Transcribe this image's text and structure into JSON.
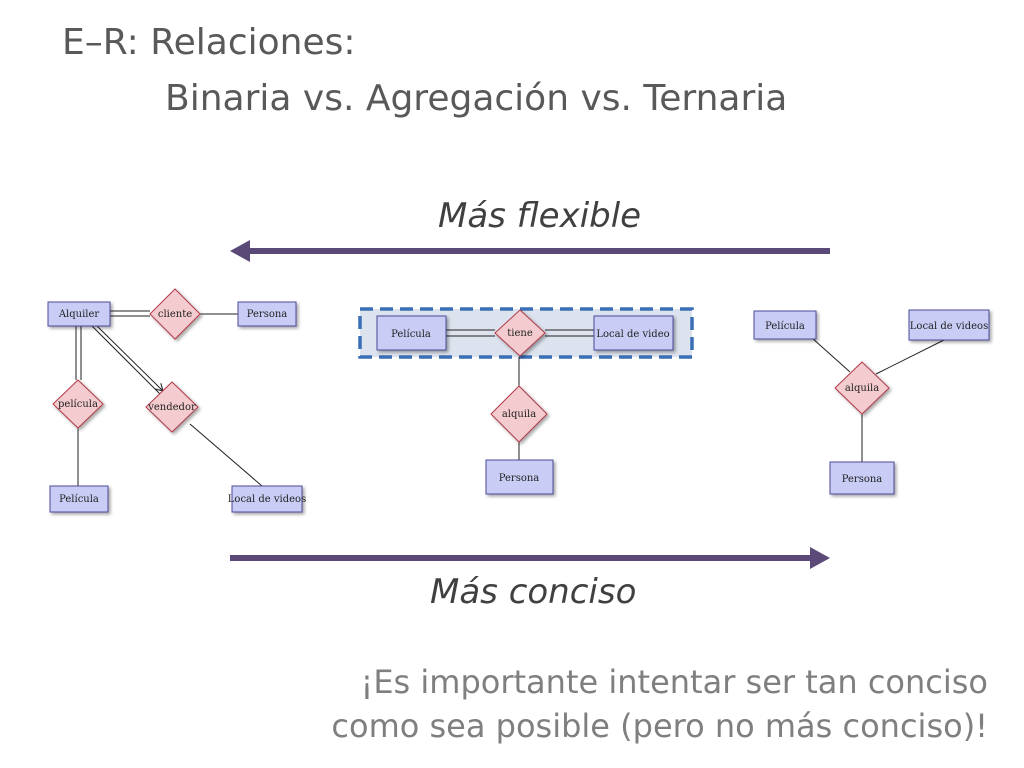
{
  "slide": {
    "title_line1": "E–R: Relaciones:",
    "title_line2": "Binaria vs. Agregación vs. Ternaria",
    "label_flexible": "Más flexible",
    "label_conciso": "Más conciso",
    "note_line1": "¡Es importante intentar ser tan conciso",
    "note_line2": "como sea posible (pero no más conciso)!"
  },
  "colors": {
    "arrow": "#5b4a78",
    "entity_fill": "#c9cdf5",
    "entity_stroke": "#4b4b9c",
    "relation_fill": "#f4cccf",
    "relation_stroke": "#b03b4a",
    "aggregation_dash": "#3a6fb5",
    "aggregation_fill": "#dde3ee"
  },
  "diagrams": {
    "binary": {
      "entities": [
        "Alquiler",
        "Persona",
        "Película",
        "Local de videos"
      ],
      "relations": [
        "cliente",
        "película",
        "vendedor"
      ]
    },
    "aggregation": {
      "entities": [
        "Película",
        "Local de video",
        "Persona"
      ],
      "relations": [
        "tiene",
        "alquila"
      ]
    },
    "ternary": {
      "entities": [
        "Película",
        "Local de videos",
        "Persona"
      ],
      "relations": [
        "alquila"
      ]
    }
  }
}
